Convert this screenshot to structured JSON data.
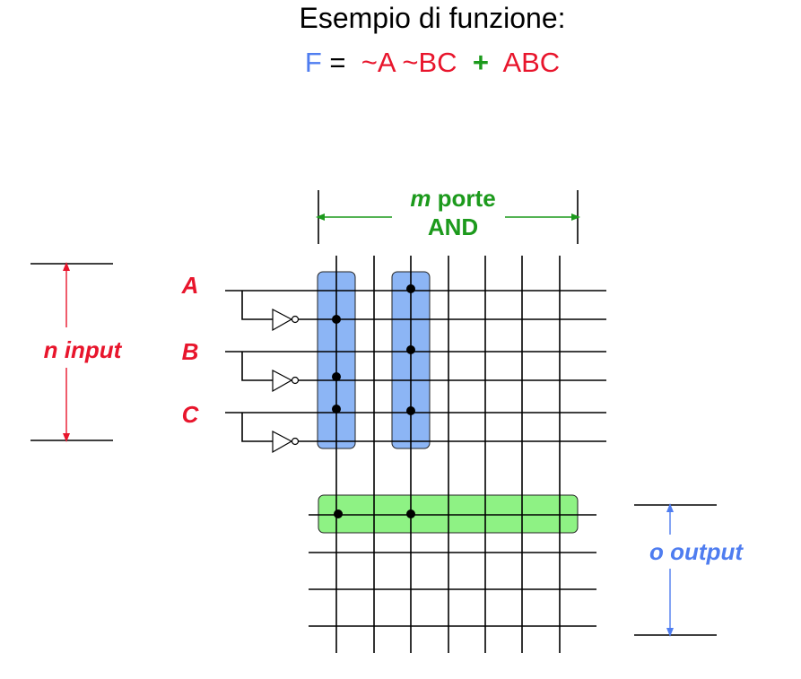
{
  "title": "Esempio di funzione:",
  "formula": {
    "func": "F",
    "eq": "=",
    "term1": "~A ~BC",
    "plus": "+",
    "term2": "ABC"
  },
  "labels": {
    "m_var": "m",
    "m_porte": "porte",
    "and": "AND",
    "n_var": "n",
    "n_input": "input",
    "o_var": "o",
    "o_output": "output"
  },
  "inputs": [
    "A",
    "B",
    "C"
  ],
  "colors": {
    "red": "#e8152c",
    "green": "#1c9a1c",
    "blue": "#4f7df0",
    "and_fill": "#8cb5f5",
    "or_fill": "#8ef284"
  }
}
